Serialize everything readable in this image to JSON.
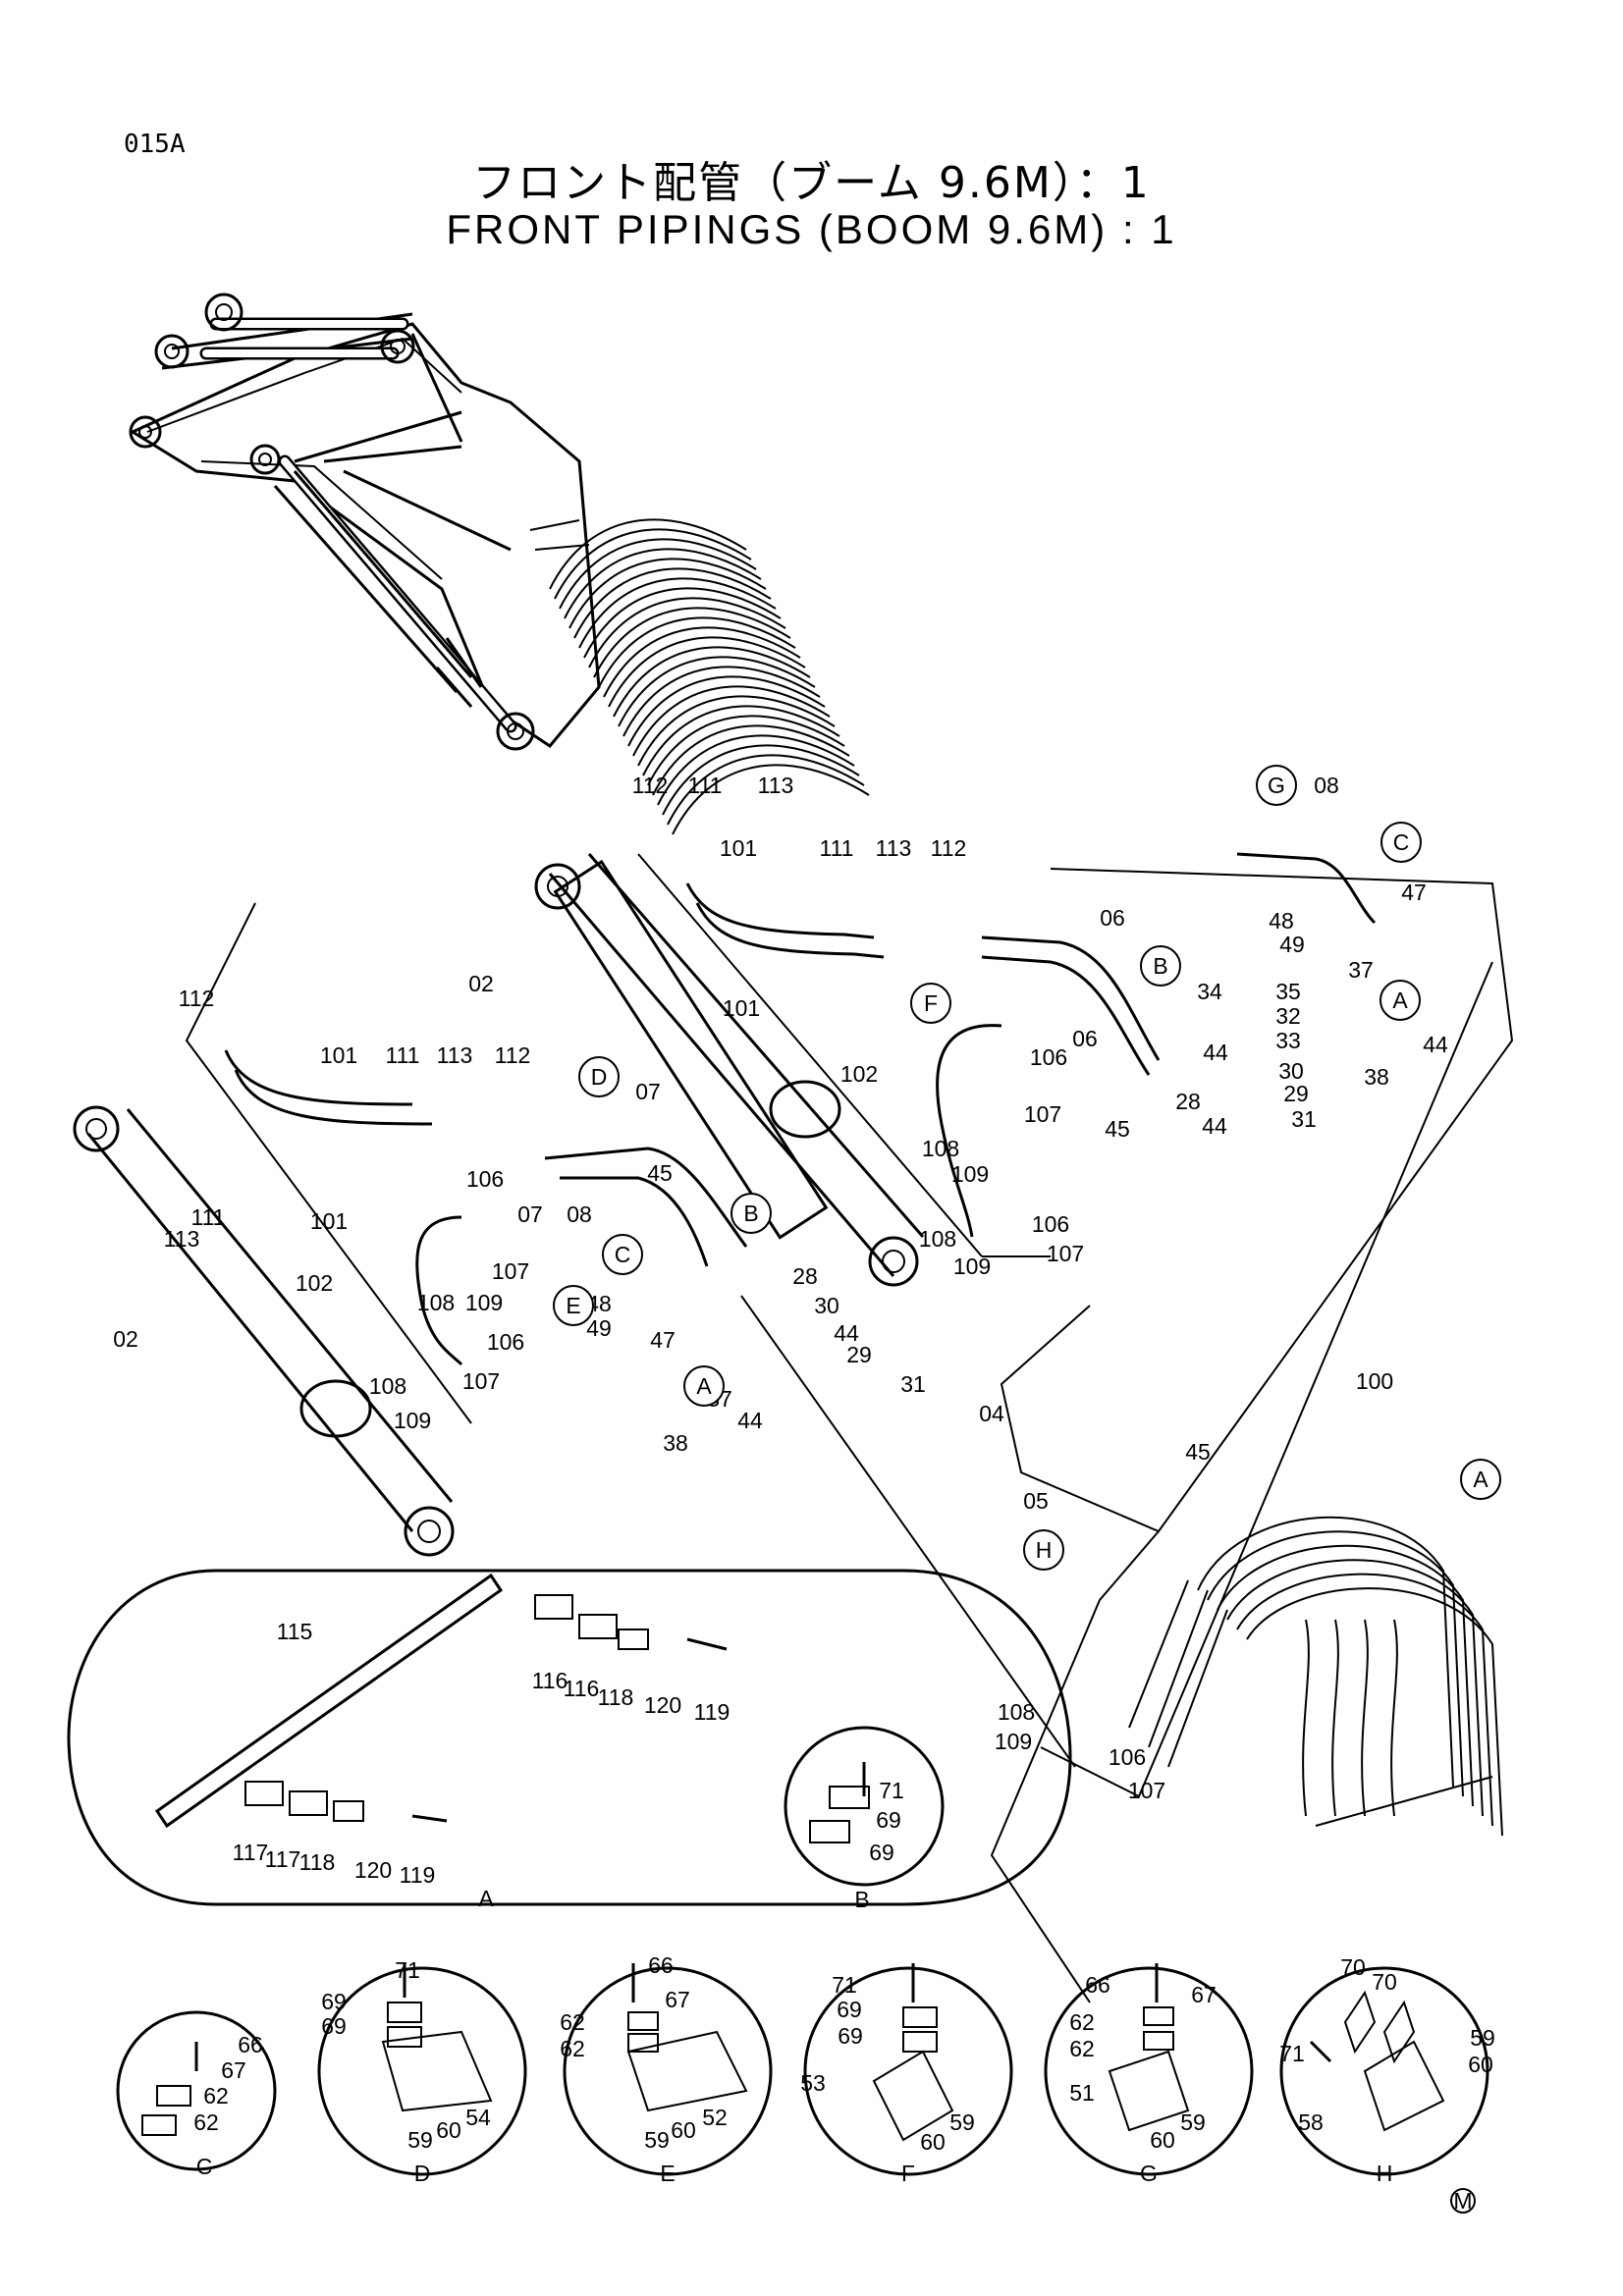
{
  "header": {
    "code": "015A",
    "title_jp": "フロント配管（ブーム 9.6M）：1",
    "title_en": "FRONT PIPINGS (BOOM 9.6M) : 1"
  },
  "callouts": {
    "main": [
      "112",
      "111",
      "113",
      "101",
      "111",
      "113",
      "112",
      "02",
      "101",
      "112",
      "101",
      "111",
      "113",
      "112",
      "113",
      "111",
      "101",
      "07",
      "102",
      "106",
      "107",
      "108",
      "109",
      "07",
      "08",
      "45",
      "02",
      "106",
      "107",
      "108",
      "109",
      "48",
      "49",
      "47",
      "37",
      "38",
      "44",
      "28",
      "30",
      "44",
      "29",
      "31",
      "08",
      "47",
      "48",
      "49",
      "37",
      "38",
      "44",
      "06",
      "06",
      "34",
      "35",
      "32",
      "33",
      "30",
      "29",
      "31",
      "28",
      "44",
      "44",
      "45",
      "102",
      "106",
      "107",
      "108",
      "109",
      "108",
      "109",
      "106",
      "107",
      "04",
      "05",
      "45",
      "100",
      "108",
      "109",
      "106",
      "107"
    ],
    "letters": [
      "G",
      "C",
      "B",
      "F",
      "D",
      "B",
      "C",
      "E",
      "A",
      "A",
      "H",
      "A"
    ],
    "detail_A": [
      "115",
      "116",
      "116",
      "118",
      "120",
      "119",
      "117",
      "117",
      "118",
      "120",
      "119"
    ],
    "detail_B": [
      "71",
      "69",
      "69"
    ],
    "detail_C": [
      "66",
      "67",
      "62",
      "62"
    ],
    "detail_D": [
      "71",
      "69",
      "69",
      "59",
      "60",
      "54"
    ],
    "detail_E": [
      "66",
      "67",
      "62",
      "62",
      "59",
      "60",
      "52"
    ],
    "detail_F": [
      "71",
      "69",
      "69",
      "53",
      "60",
      "59"
    ],
    "detail_G": [
      "66",
      "67",
      "62",
      "62",
      "51",
      "60",
      "59"
    ],
    "detail_H": [
      "70",
      "70",
      "71",
      "59",
      "60",
      "58"
    ],
    "detail_labels": [
      "A",
      "B",
      "C",
      "D",
      "E",
      "F",
      "G",
      "H"
    ],
    "mark": "M"
  }
}
